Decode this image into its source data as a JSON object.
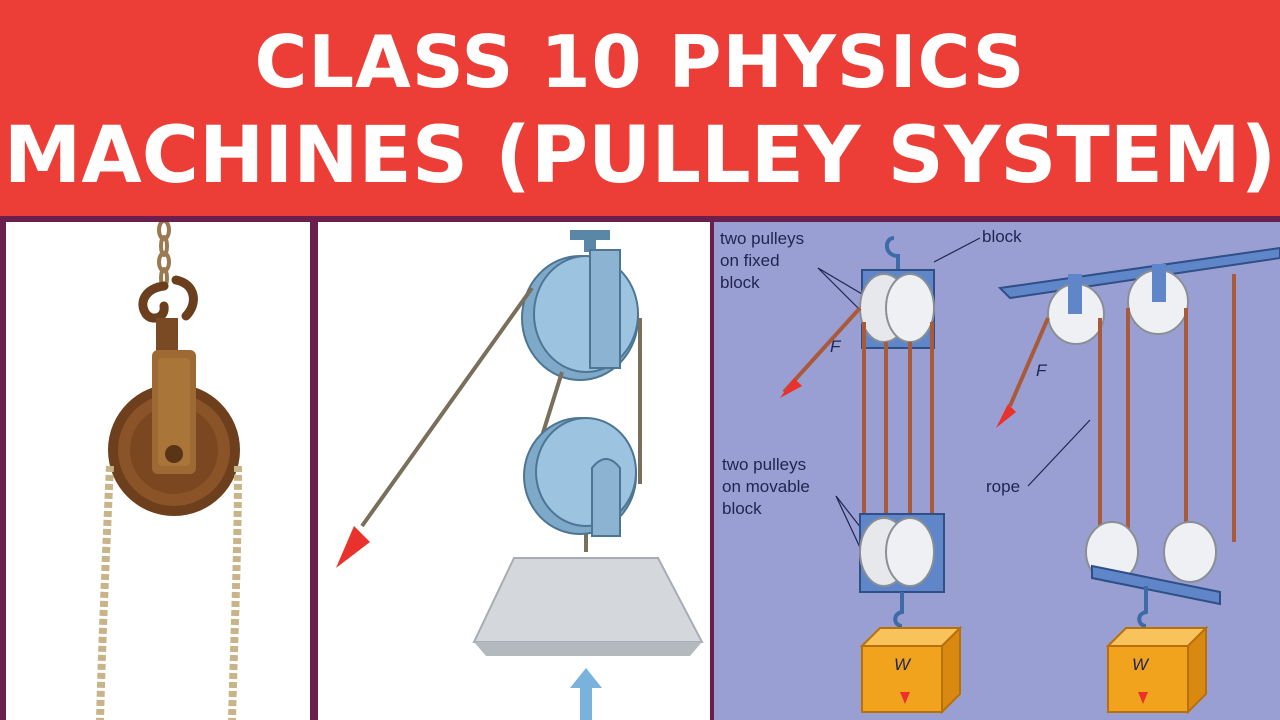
{
  "title": {
    "line1": "CLASS 10 PHYSICS",
    "line2": "MACHINES (PULLEY SYSTEM)"
  },
  "diagram_labels": {
    "two_pulleys_fixed": [
      "two pulleys",
      "on fixed",
      "block"
    ],
    "block": "block",
    "force_left": "F",
    "force_right": "F",
    "two_pulleys_movable": [
      "two pulleys",
      "on movable",
      "block"
    ],
    "rope": "rope",
    "weight_left": "W",
    "weight_right": "W"
  },
  "colors": {
    "banner": "#ec3e36",
    "border": "#6a1f4c",
    "diagram_bg": "#9a9fd3",
    "pulley_blue": "#8fb8d8",
    "arrow_red": "#e8322b",
    "box_yellow": "#f2a31e"
  }
}
